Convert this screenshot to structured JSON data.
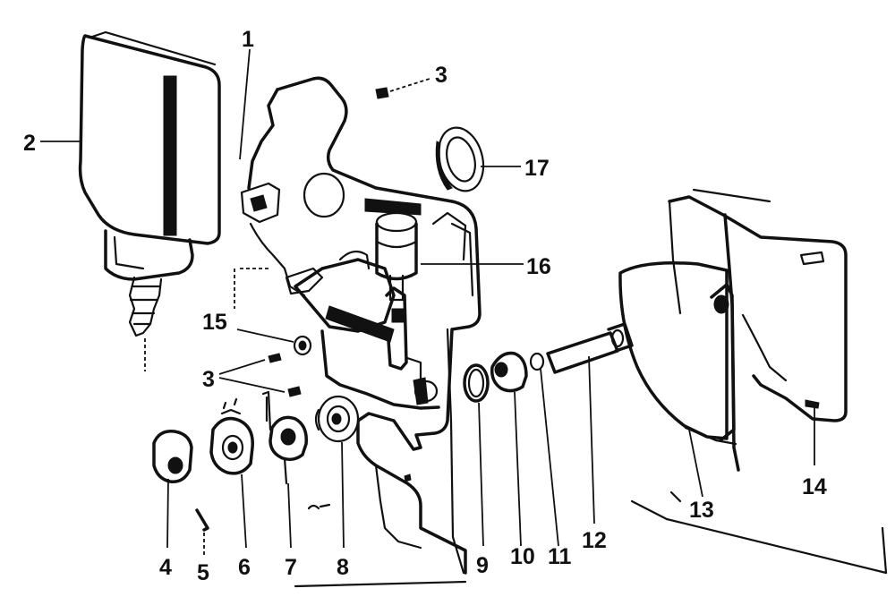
{
  "parts": [
    {
      "id": "1",
      "label": "1"
    },
    {
      "id": "2",
      "label": "2"
    },
    {
      "id": "3a",
      "label": "3"
    },
    {
      "id": "3b",
      "label": "3"
    },
    {
      "id": "4",
      "label": "4"
    },
    {
      "id": "5",
      "label": "5"
    },
    {
      "id": "6",
      "label": "6"
    },
    {
      "id": "7",
      "label": "7"
    },
    {
      "id": "8",
      "label": "8"
    },
    {
      "id": "9",
      "label": "9"
    },
    {
      "id": "10",
      "label": "10"
    },
    {
      "id": "11",
      "label": "11"
    },
    {
      "id": "12",
      "label": "12"
    },
    {
      "id": "13",
      "label": "13"
    },
    {
      "id": "14",
      "label": "14"
    },
    {
      "id": "15",
      "label": "15"
    },
    {
      "id": "16",
      "label": "16"
    },
    {
      "id": "17",
      "label": "17"
    }
  ]
}
